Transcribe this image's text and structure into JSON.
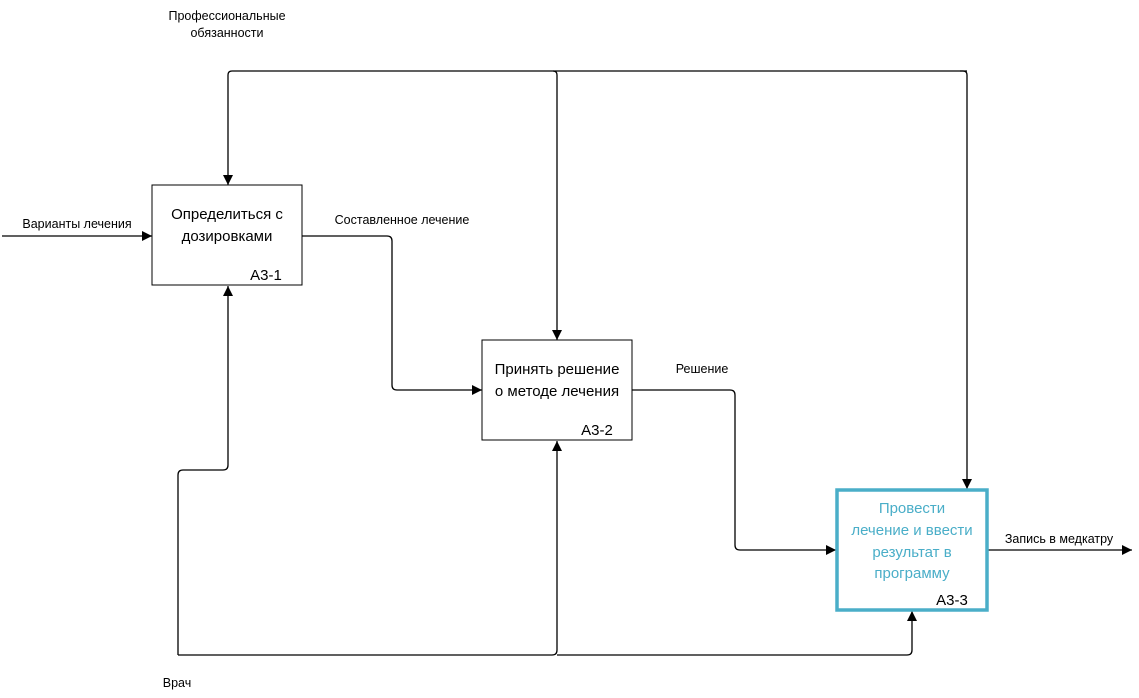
{
  "boxes": [
    {
      "id": "a3-1",
      "title_lines": [
        "Определиться с",
        "дозировками"
      ],
      "code": "А3-1",
      "highlight": false
    },
    {
      "id": "a3-2",
      "title_lines": [
        "Принять решение",
        "о методе лечения"
      ],
      "code": "А3-2",
      "highlight": false
    },
    {
      "id": "a3-3",
      "title_lines": [
        "Провести",
        "лечение и ввести",
        "результат в",
        "программу"
      ],
      "code": "А3-3",
      "highlight": true
    }
  ],
  "labels": {
    "control_line1": "Профессиональные",
    "control_line2": "обязанности",
    "input": "Варианты лечения",
    "output_1": "Составленное лечение",
    "output_2": "Решение",
    "output_3": "Запись в медкатру",
    "mechanism": "Врач"
  },
  "colors": {
    "line": "#000000",
    "highlight": "#4aaec8"
  }
}
